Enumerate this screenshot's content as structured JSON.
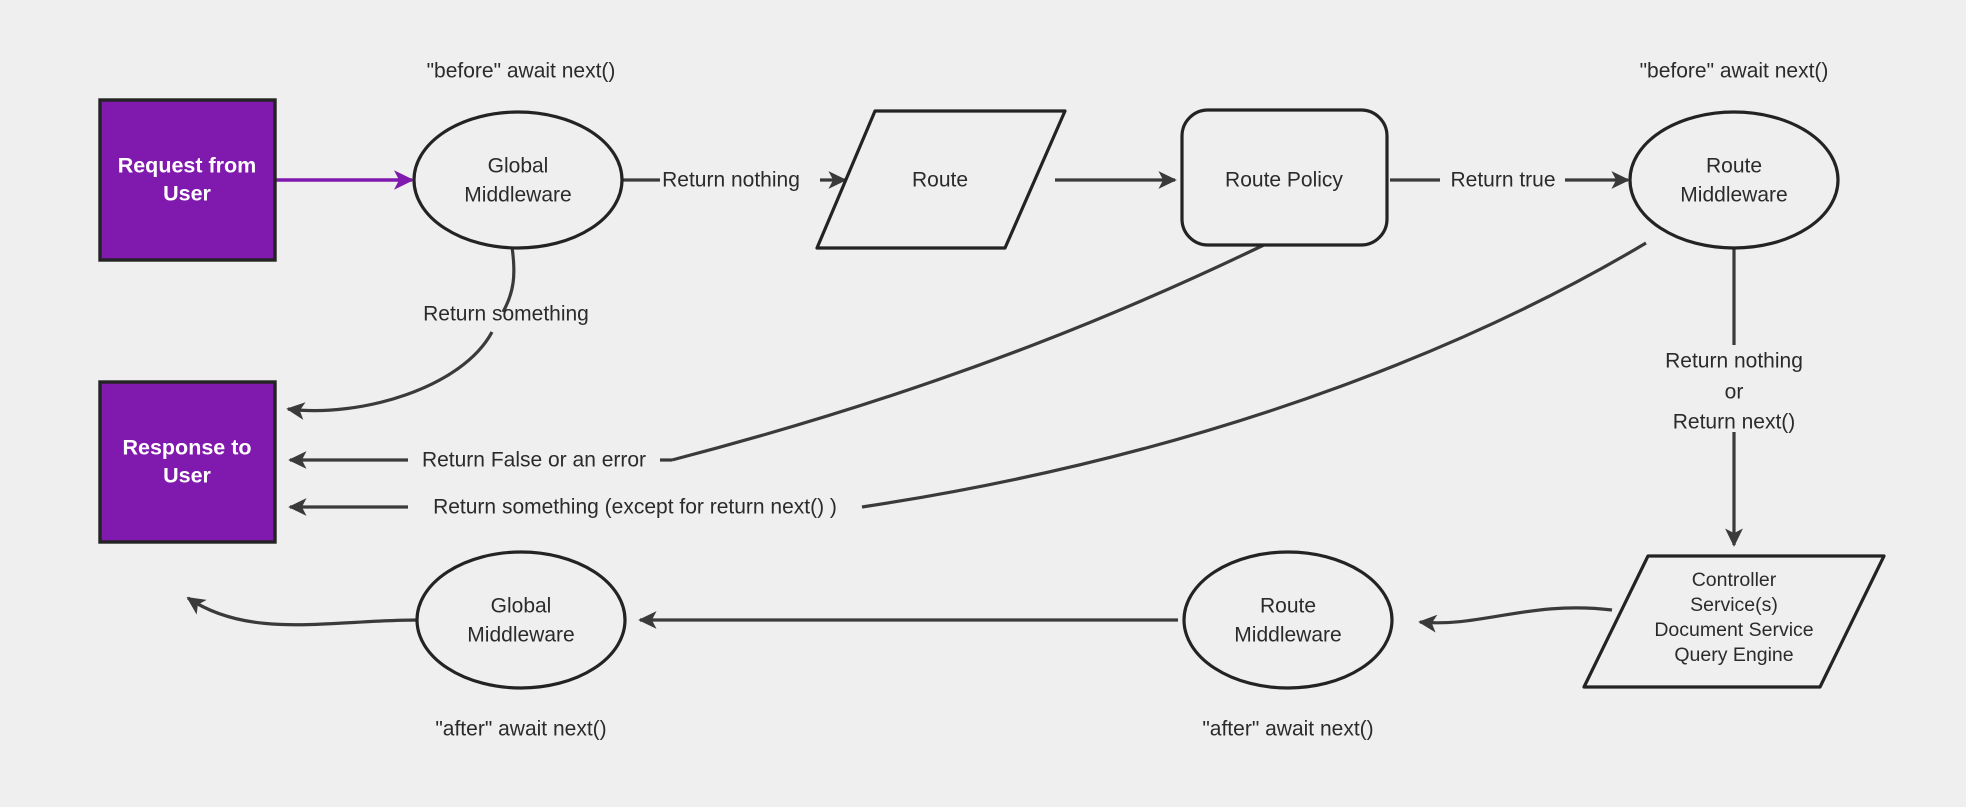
{
  "diagram": {
    "title": "Request / Response middleware lifecycle",
    "background_color": "#efefef",
    "accent_color": "#8019ad",
    "line_color": "#3a3a3a",
    "text_color": "#2b2b2b"
  },
  "nodes": {
    "request_from_user": {
      "line1": "Request from",
      "line2": "User",
      "shape": "rect-accent"
    },
    "response_to_user": {
      "line1": "Response to",
      "line2": "User",
      "shape": "rect-accent"
    },
    "global_middleware_before": {
      "line1": "Global",
      "line2": "Middleware",
      "shape": "ellipse"
    },
    "route": {
      "line1": "Route",
      "shape": "parallelogram"
    },
    "route_policy": {
      "line1": "Route Policy",
      "shape": "rounded-rect"
    },
    "route_middleware_before": {
      "line1": "Route",
      "line2": "Middleware",
      "shape": "ellipse"
    },
    "controller_stack": {
      "line1": "Controller",
      "line2": "Service(s)",
      "line3": "Document Service",
      "line4": "Query Engine",
      "shape": "parallelogram"
    },
    "route_middleware_after": {
      "line1": "Route",
      "line2": "Middleware",
      "shape": "ellipse"
    },
    "global_middleware_after": {
      "line1": "Global",
      "line2": "Middleware",
      "shape": "ellipse"
    }
  },
  "annotations": {
    "before_global": "\"before\" await next()",
    "before_route": "\"before\" await next()",
    "after_global": "\"after\" await next()",
    "after_route": "\"after\" await next()"
  },
  "edge_labels": {
    "request_to_global": "",
    "global_to_route": "Return nothing",
    "route_to_policy": "",
    "policy_to_route_middleware": "Return true",
    "global_return_something": "Return something",
    "policy_return_false": "Return False or an error",
    "route_mw_return_something": "Return something (except for return next() )",
    "route_mw_to_controller_l1": "Return nothing",
    "route_mw_to_controller_l2": "or",
    "route_mw_to_controller_l3": "Return next()"
  }
}
